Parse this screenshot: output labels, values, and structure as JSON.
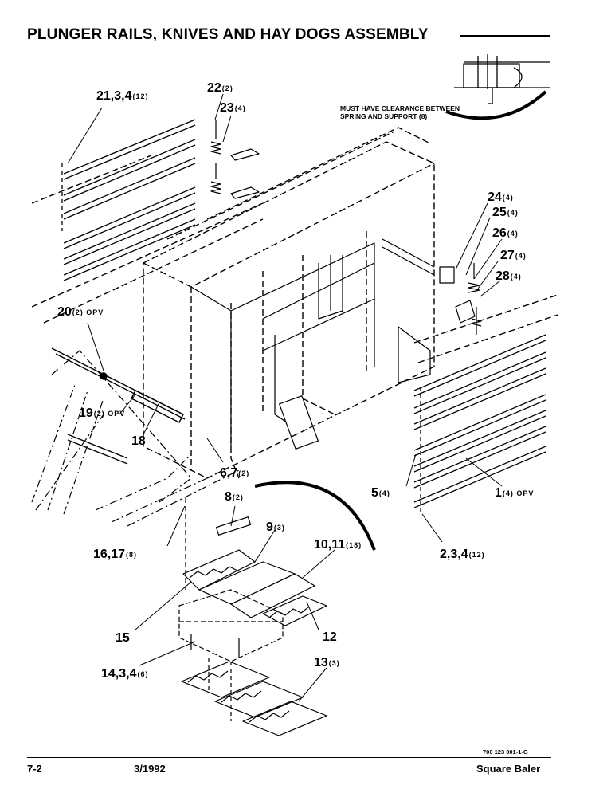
{
  "page_title": "PLUNGER RAILS, KNIVES AND HAY DOGS ASSEMBLY",
  "note": {
    "line1": "MUST HAVE CLEARANCE BETWEEN",
    "line2": "SPRING AND SUPPORT (8)"
  },
  "callouts": [
    {
      "id": "c21",
      "ref": "21,3,4",
      "qty": "(12)"
    },
    {
      "id": "c22",
      "ref": "22",
      "qty": "(2)"
    },
    {
      "id": "c23",
      "ref": "23",
      "qty": "(4)"
    },
    {
      "id": "c24",
      "ref": "24",
      "qty": "(4)"
    },
    {
      "id": "c25",
      "ref": "25",
      "qty": "(4)"
    },
    {
      "id": "c26",
      "ref": "26",
      "qty": "(4)"
    },
    {
      "id": "c27",
      "ref": "27",
      "qty": "(4)"
    },
    {
      "id": "c28",
      "ref": "28",
      "qty": "(4)"
    },
    {
      "id": "c20",
      "ref": "20",
      "qty": "(2) OPV"
    },
    {
      "id": "c19",
      "ref": "19",
      "qty": "(2) OPV"
    },
    {
      "id": "c18",
      "ref": "18",
      "qty": ""
    },
    {
      "id": "c67",
      "ref": "6,7",
      "qty": "(2)"
    },
    {
      "id": "c5",
      "ref": "5",
      "qty": "(4)"
    },
    {
      "id": "c1",
      "ref": "1",
      "qty": "(4) OPV"
    },
    {
      "id": "c8",
      "ref": "8",
      "qty": "(2)"
    },
    {
      "id": "c9",
      "ref": "9",
      "qty": "(3)"
    },
    {
      "id": "c1617",
      "ref": "16,17",
      "qty": "(8)"
    },
    {
      "id": "c1011",
      "ref": "10,11",
      "qty": "(18)"
    },
    {
      "id": "c234",
      "ref": "2,3,4",
      "qty": "(12)"
    },
    {
      "id": "c15",
      "ref": "15",
      "qty": ""
    },
    {
      "id": "c12",
      "ref": "12",
      "qty": ""
    },
    {
      "id": "c1434",
      "ref": "14,3,4",
      "qty": "(6)"
    },
    {
      "id": "c13",
      "ref": "13",
      "qty": "(3)"
    }
  ],
  "drawing_code": "700 123 001-1-G",
  "footer": {
    "page_number": "7-2",
    "date": "3/1992",
    "product": "Square Baler"
  }
}
